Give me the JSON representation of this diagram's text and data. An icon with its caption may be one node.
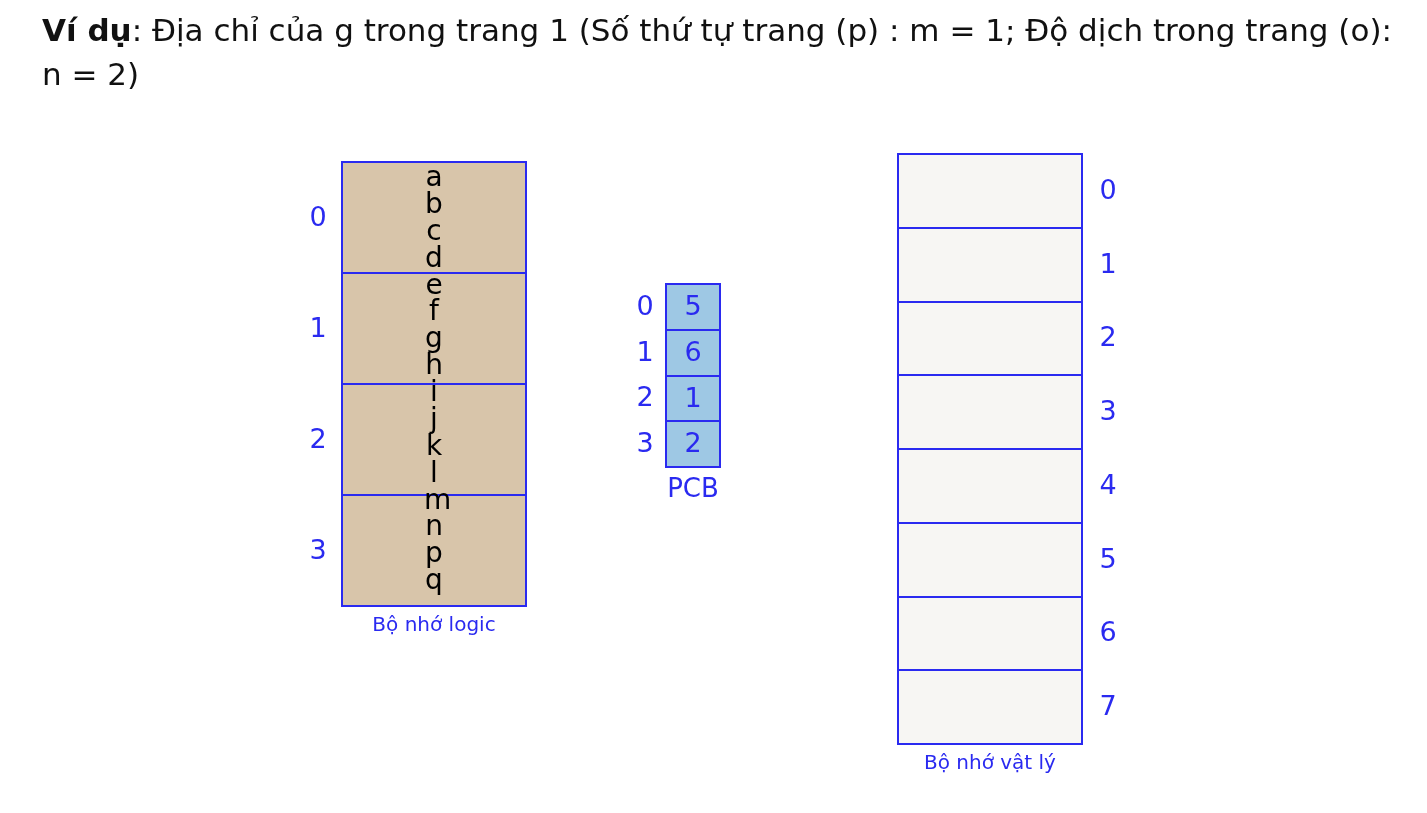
{
  "diagram": {
    "title": "**Ví dụ**: Địa chỉ của g trong trang 1 (Số thứ tự trang (p) : m = 1; Độ dịch trong trang (o): n = 2)",
    "nodes": [
      {
        "text": [],
        "shape": "box",
        "beside": [
          "Bộ nhớ logic"
        ]
      },
      {
        "text": [],
        "shape": "box",
        "in": 0,
        "beside": [
          "0"
        ]
      },
      {
        "text": [],
        "shape": "box",
        "in": 0,
        "beside": [
          "1"
        ]
      },
      {
        "text": [],
        "shape": "box",
        "in": 0,
        "beside": [
          "2"
        ]
      },
      {
        "text": [],
        "shape": "box",
        "in": 0,
        "beside": [
          "3"
        ]
      },
      {
        "text": [],
        "shape": "box",
        "beside": [
          "PCB"
        ]
      },
      {
        "text": [
          "5"
        ],
        "in": 5,
        "beside": [
          "0"
        ]
      },
      {
        "text": [
          "6"
        ],
        "in": 5,
        "beside": [
          "1"
        ]
      },
      {
        "text": [
          "1"
        ],
        "in": 5,
        "beside": [
          "2"
        ]
      },
      {
        "text": [
          "2"
        ],
        "in": 5,
        "beside": [
          "3"
        ]
      },
      {
        "text": [],
        "shape": "box",
        "beside": [
          "Bộ nhớ vật lý"
        ]
      },
      {
        "text": [],
        "shape": "box",
        "in": 10,
        "beside": [
          "0"
        ]
      },
      {
        "text": [],
        "shape": "box",
        "in": 10,
        "beside": [
          "1"
        ]
      },
      {
        "text": [],
        "shape": "box",
        "in": 10,
        "beside": [
          "2"
        ]
      },
      {
        "text": [],
        "shape": "box",
        "in": 10,
        "beside": [
          "3"
        ]
      },
      {
        "text": [],
        "shape": "box",
        "in": 10,
        "beside": [
          "4"
        ]
      },
      {
        "text": [],
        "shape": "box",
        "in": 10,
        "beside": [
          "5"
        ]
      },
      {
        "text": [],
        "shape": "box",
        "in": 10,
        "beside": [
          "6"
        ]
      },
      {
        "text": [],
        "shape": "box",
        "in": 10,
        "beside": [
          "7"
        ]
      }
    ],
    "edges": [],
    "labels": [
      "a",
      "b",
      "c",
      "d",
      "e",
      "f",
      "g",
      "h",
      "i",
      "j",
      "k",
      "l",
      "m",
      "n",
      "p",
      "q"
    ]
  }
}
